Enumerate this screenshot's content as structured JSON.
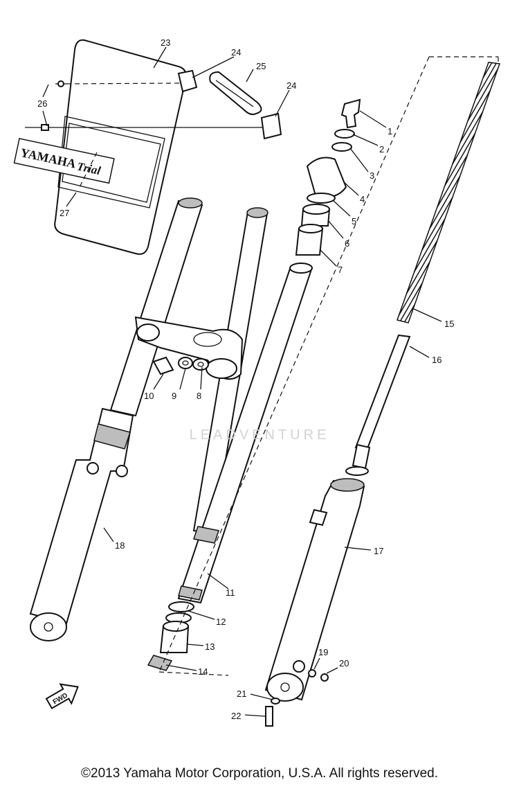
{
  "watermark": "LEADVENTURE",
  "copyright": "©2013 Yamaha Motor Corporation, U.S.A. All rights reserved.",
  "decal": {
    "brand": "YAMAHA",
    "model": "Trial"
  },
  "fwd_mark": "FWD",
  "callouts": [
    "1",
    "2",
    "3",
    "4",
    "5",
    "6",
    "7",
    "8",
    "9",
    "10",
    "11",
    "12",
    "13",
    "14",
    "15",
    "16",
    "17",
    "18",
    "19",
    "20",
    "21",
    "22",
    "23",
    "24",
    "24",
    "25",
    "26",
    "27"
  ]
}
